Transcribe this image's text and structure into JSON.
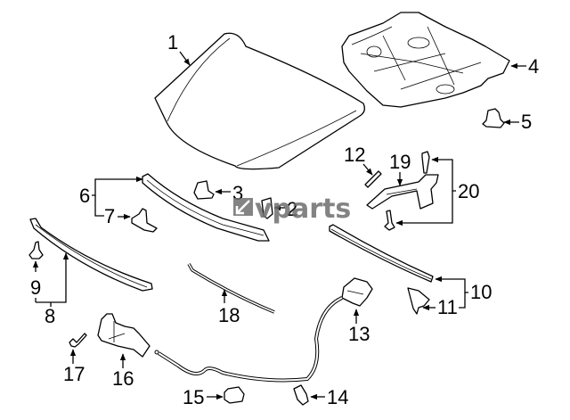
{
  "diagram": {
    "title": "Hood & Components Parts Diagram",
    "watermark": "vparts",
    "watermark_color": "#6e6e6e",
    "callouts": [
      {
        "id": "1",
        "part": "hood-panel"
      },
      {
        "id": "2",
        "part": "clip"
      },
      {
        "id": "3",
        "part": "bumper-stop"
      },
      {
        "id": "4",
        "part": "insulator-pad"
      },
      {
        "id": "5",
        "part": "retainer"
      },
      {
        "id": "6",
        "part": "front-seal-assembly"
      },
      {
        "id": "7",
        "part": "seal-bracket"
      },
      {
        "id": "8",
        "part": "side-seal-assembly"
      },
      {
        "id": "9",
        "part": "push-clip"
      },
      {
        "id": "10",
        "part": "side-seal-assembly-right"
      },
      {
        "id": "11",
        "part": "seal-end-cap"
      },
      {
        "id": "12",
        "part": "pin"
      },
      {
        "id": "13",
        "part": "release-handle"
      },
      {
        "id": "14",
        "part": "cable-clip"
      },
      {
        "id": "15",
        "part": "bumper-pad"
      },
      {
        "id": "16",
        "part": "latch"
      },
      {
        "id": "17",
        "part": "bolt"
      },
      {
        "id": "18",
        "part": "support-rod"
      },
      {
        "id": "19",
        "part": "hinge"
      },
      {
        "id": "20",
        "part": "hinge-bolt"
      }
    ]
  }
}
